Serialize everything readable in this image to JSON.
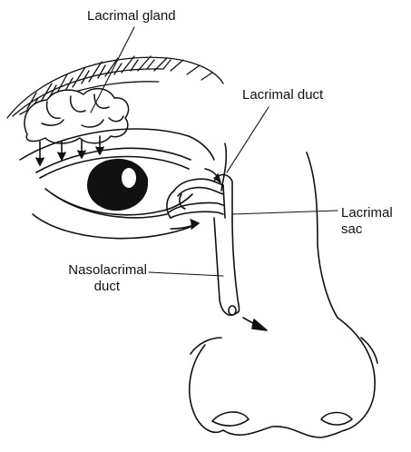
{
  "labels": {
    "lacrimal_gland": "Lacrimal gland",
    "lacrimal_duct": "Lacrimal duct",
    "lacrimal_sac": [
      "Lacrimal",
      "sac"
    ],
    "nasolacrimal_duct": [
      "Nasolacrimal",
      "duct"
    ]
  },
  "colors": {
    "ink": "#111111",
    "background": "#ffffff"
  }
}
